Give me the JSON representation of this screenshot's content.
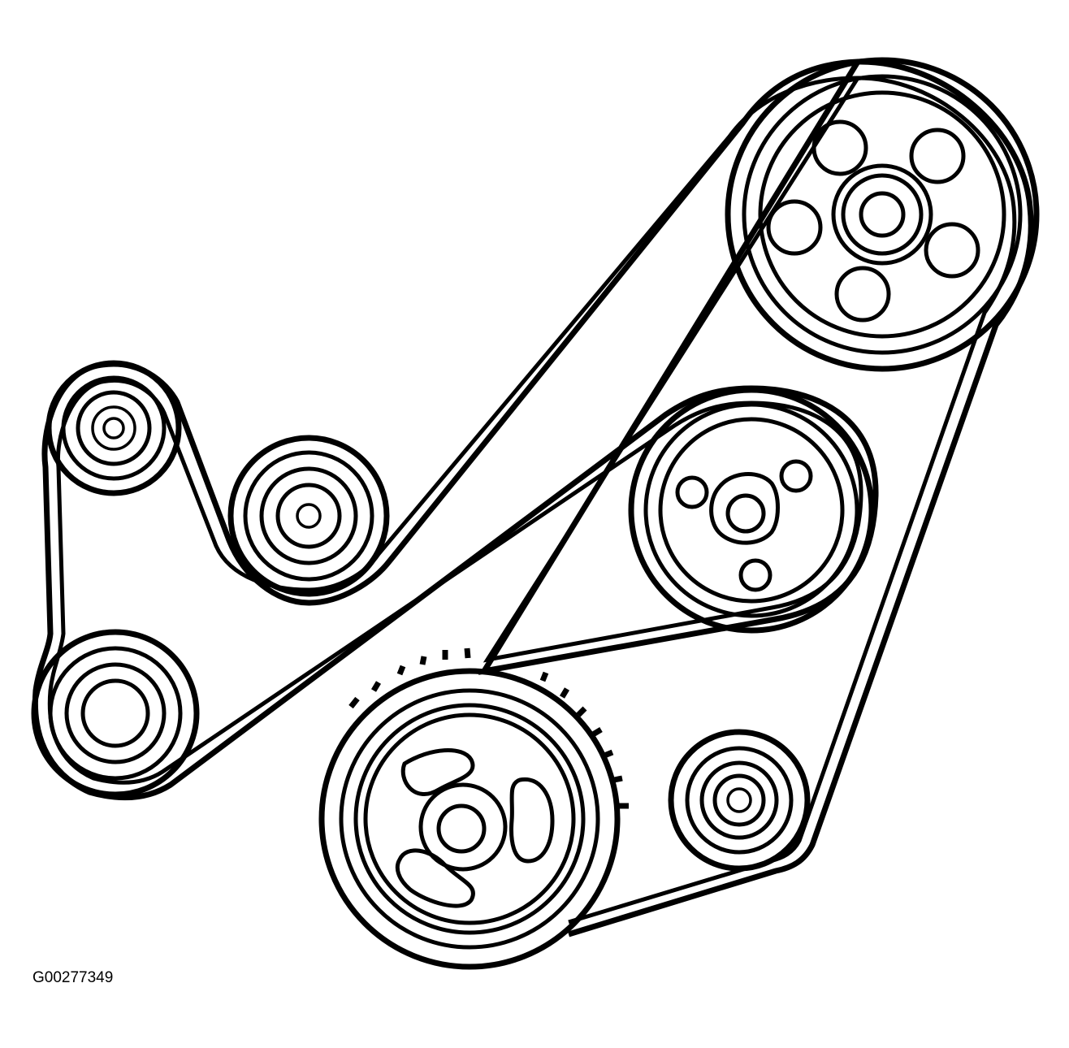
{
  "figure": {
    "reference_code": "G00277349",
    "ink_color": "#000000",
    "background_color": "#ffffff"
  },
  "components": [
    "upper-right-pulley",
    "upper-left-idler-pulley",
    "middle-left-pulley",
    "lower-left-pulley",
    "center-right-pulley",
    "crankshaft-pulley",
    "lower-right-idler-pulley",
    "serpentine-belt"
  ]
}
